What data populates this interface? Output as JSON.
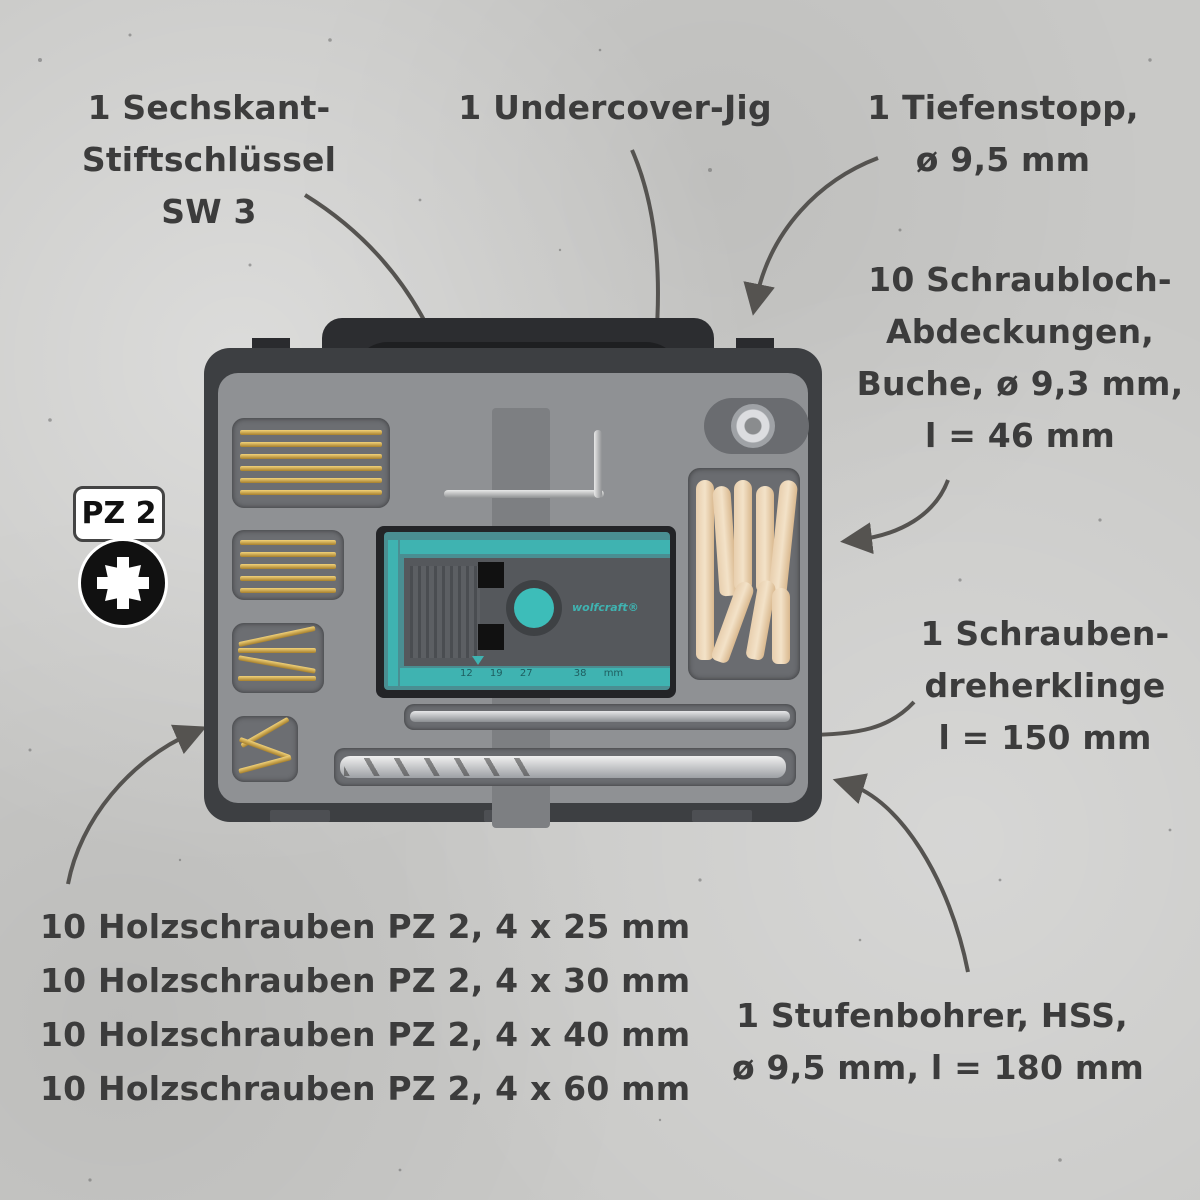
{
  "labels": {
    "hex_key": [
      "1 Sechskant-",
      "Stiftschlüssel",
      "SW 3"
    ],
    "jig": [
      "1 Undercover-Jig"
    ],
    "depth_stop": [
      "1 Tiefenstopp,",
      "ø 9,5 mm"
    ],
    "plugs": [
      "10 Schraubloch-",
      "Abdeckungen,",
      "Buche, ø 9,3 mm,",
      "l = 46 mm"
    ],
    "screwdriver_bit": [
      "1 Schrauben-",
      "dreherklinge",
      "l = 150 mm"
    ],
    "screws": [
      "10 Holzschrauben PZ 2, 4 x 25 mm",
      "10 Holzschrauben PZ 2, 4 x 30 mm",
      "10 Holzschrauben PZ 2, 4 x 40 mm",
      "10 Holzschrauben PZ 2, 4 x 60 mm"
    ],
    "step_drill": [
      "1 Stufenbohrer, HSS,",
      "ø 9,5 mm, l = 180 mm"
    ]
  },
  "badge": {
    "text": "PZ 2",
    "icon": "pozidriv-star-icon"
  },
  "jig": {
    "brand": "wolfcraft®",
    "scale": [
      "12",
      "19",
      "27",
      "38",
      "mm"
    ]
  },
  "colors": {
    "text": "#3c3c3c",
    "background": "#c9c9c7",
    "jig_accent": "#3fb3b1",
    "case_shell": "#3d3f42",
    "tray": "#8f9194"
  }
}
